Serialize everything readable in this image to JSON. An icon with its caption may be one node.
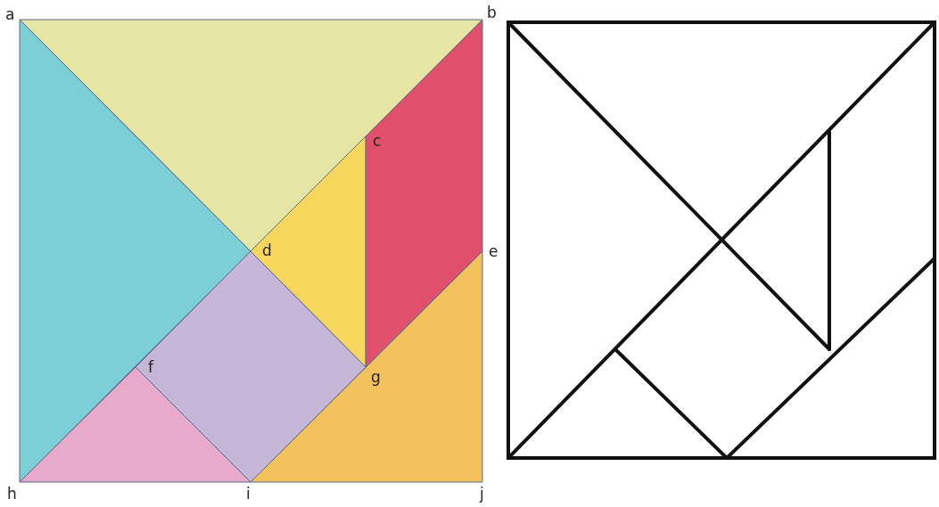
{
  "diagram": {
    "labels": [
      "a",
      "b",
      "c",
      "d",
      "e",
      "f",
      "g",
      "h",
      "i",
      "j"
    ]
  }
}
